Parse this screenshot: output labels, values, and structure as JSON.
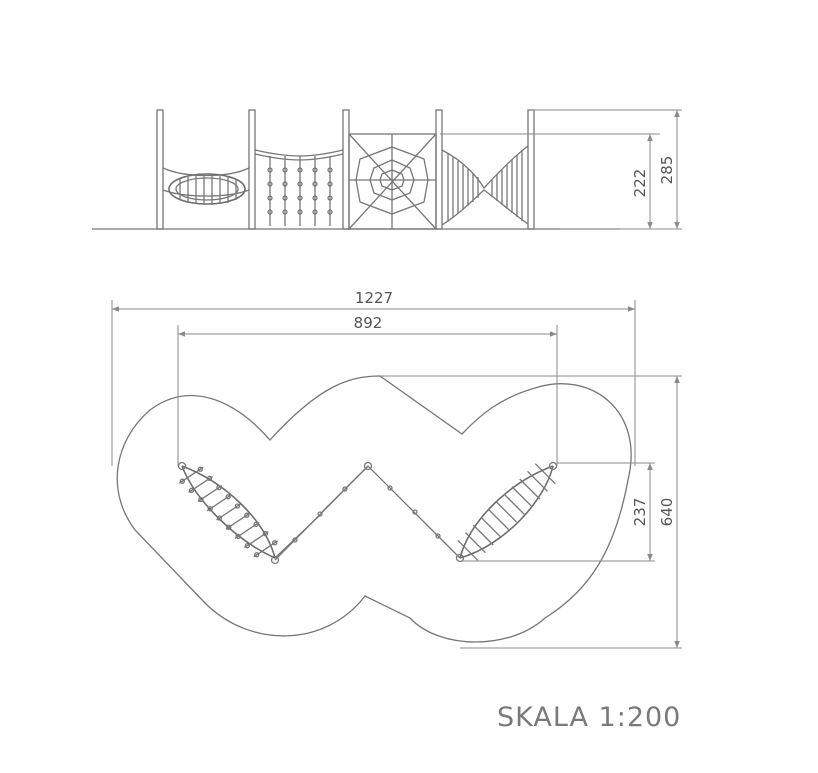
{
  "dimensions": {
    "side_height_inner": "222",
    "side_height_total": "285",
    "plan_length_total": "1227",
    "plan_length_inner": "892",
    "plan_width_inner": "237",
    "plan_width_total": "640"
  },
  "scale_label": "SKALA 1:200",
  "colors": {
    "line": "#777777",
    "dimension": "#8a8a8a",
    "text": "#555555"
  }
}
